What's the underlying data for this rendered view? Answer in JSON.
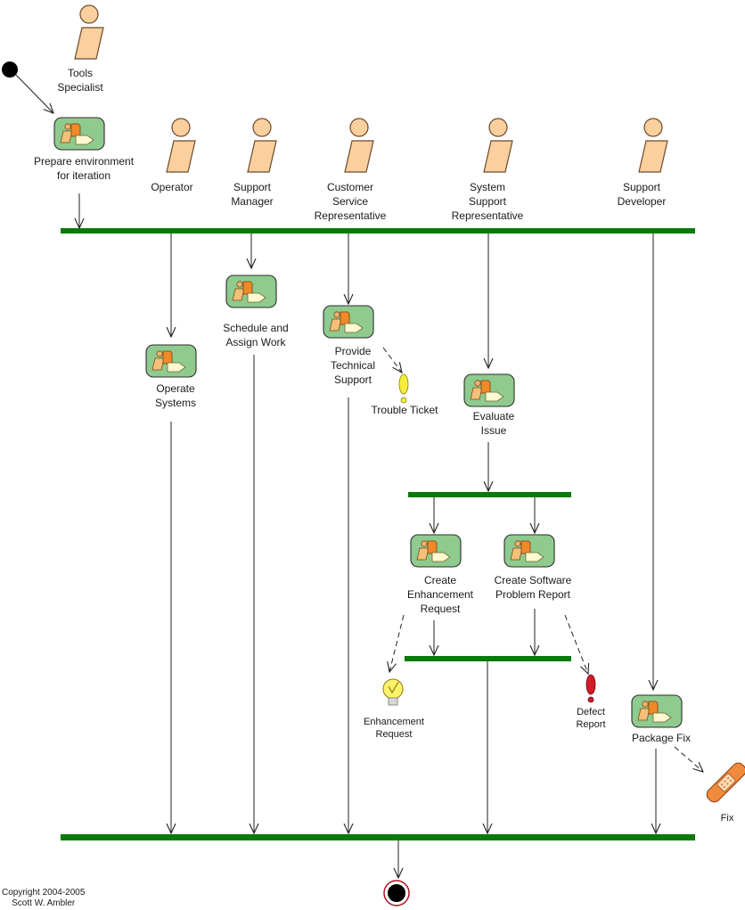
{
  "actors": {
    "tools_specialist": "Tools\nSpecialist",
    "operator": "Operator",
    "support_manager": "Support\nManager",
    "customer_service": "Customer\nService\nRepresentative",
    "system_support": "System\nSupport\nRepresentative",
    "support_developer": "Support\nDeveloper"
  },
  "activities": {
    "prepare_environment": "Prepare environment\nfor iteration",
    "schedule_assign": "Schedule and\nAssign Work",
    "provide_support": "Provide\nTechnical\nSupport",
    "operate_systems": "Operate\nSystems",
    "evaluate_issue": "Evaluate\nIssue",
    "create_enhancement": "Create\nEnhancement\nRequest",
    "create_problem_report": "Create Software\nProblem Report",
    "package_fix": "Package Fix"
  },
  "artifacts": {
    "trouble_ticket": "Trouble Ticket",
    "enhancement_request": "Enhancement\nRequest",
    "defect_report": "Defect\nReport",
    "fix": "Fix"
  },
  "copyright": "Copyright 2004-2005\nScott W. Ambler",
  "colors": {
    "bar": "#0a7a0a",
    "activity_fill": "#8fca8f",
    "actor_fill": "#fbcf9e",
    "trouble_ticket": "#f5ec3c",
    "defect_report": "#d11b2a",
    "fix": "#f08a3c"
  }
}
